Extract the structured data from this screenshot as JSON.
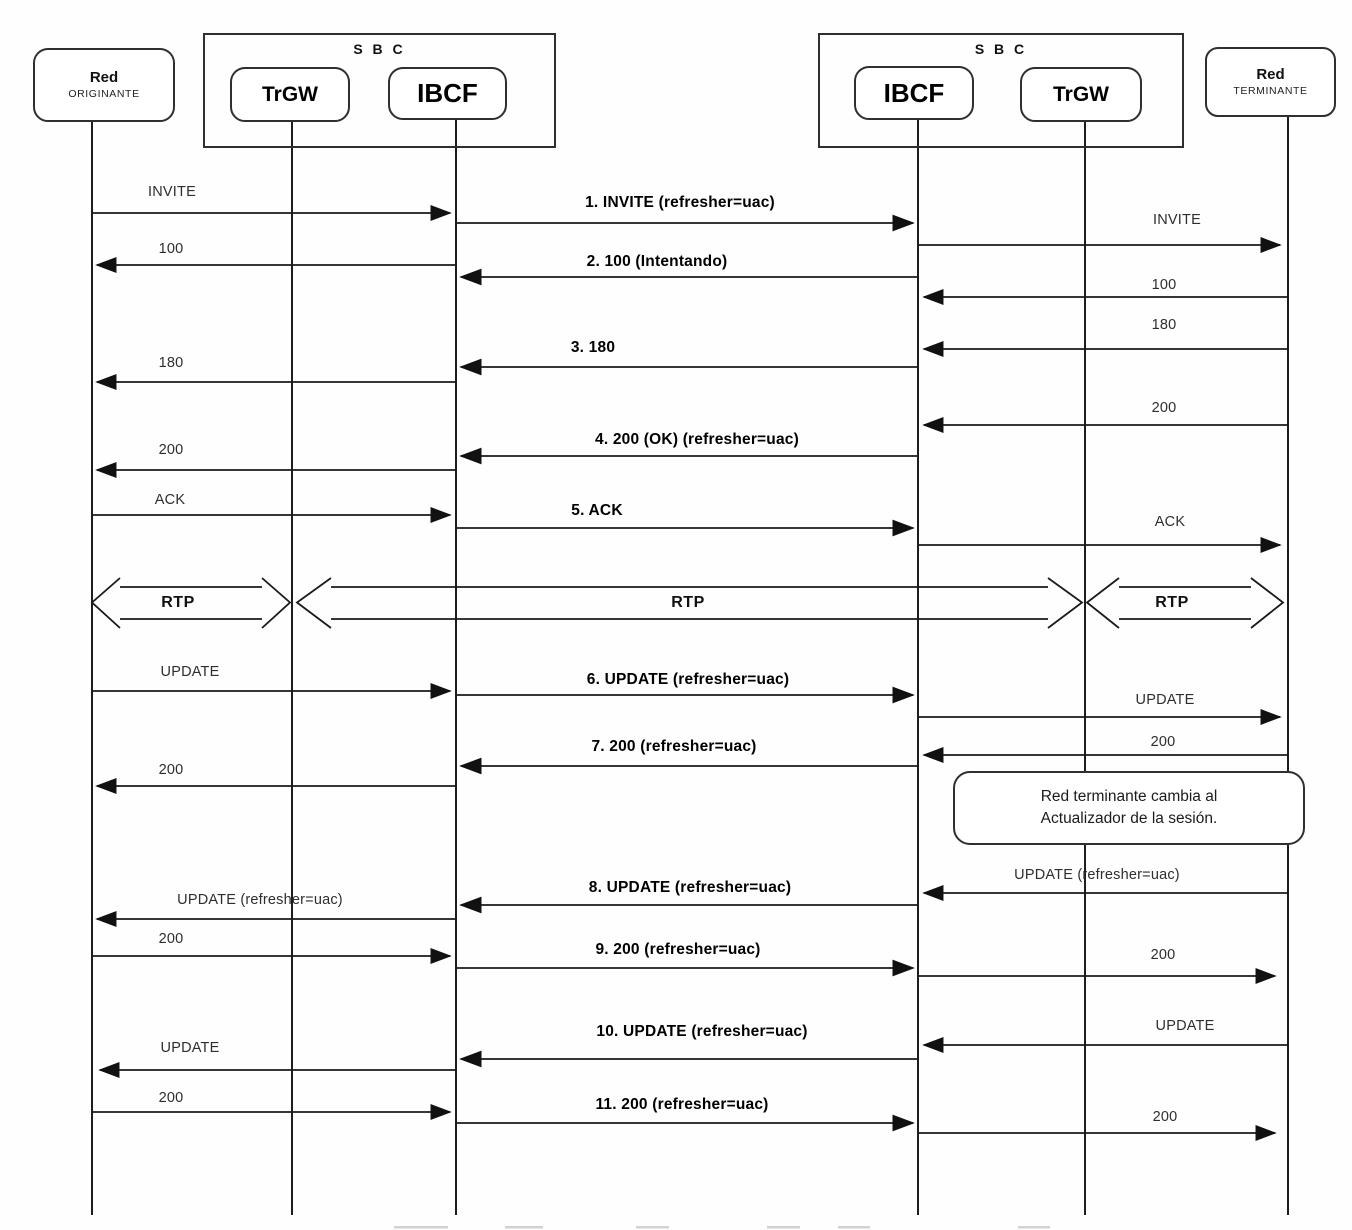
{
  "participants": {
    "originating": {
      "name": "Red",
      "subtitle": "ORIGINANTE"
    },
    "sbc_left": {
      "title": "S B C",
      "components": [
        "TrGW",
        "IBCF"
      ]
    },
    "sbc_right": {
      "title": "S B C",
      "components": [
        "IBCF",
        "TrGW"
      ]
    },
    "terminating": {
      "name": "Red",
      "subtitle": "TERMINANTE"
    }
  },
  "messages": {
    "left": [
      "INVITE",
      "100",
      "180",
      "200",
      "ACK",
      "UPDATE",
      "200",
      "UPDATE (refresher=uac)",
      "200",
      "UPDATE",
      "200"
    ],
    "middle": [
      "1. INVITE (refresher=uac)",
      "2. 100 (Intentando)",
      "3. 180",
      "4. 200 (OK) (refresher=uac)",
      "5. ACK",
      "6. UPDATE (refresher=uac)",
      "7. 200 (refresher=uac)",
      "8. UPDATE (refresher=uac)",
      "9. 200 (refresher=uac)",
      "10. UPDATE (refresher=uac)",
      "11. 200 (refresher=uac)"
    ],
    "right": [
      "INVITE",
      "100",
      "180",
      "200",
      "ACK",
      "UPDATE",
      "200",
      "UPDATE (refresher=uac)",
      "200",
      "UPDATE",
      "200"
    ]
  },
  "rtp_labels": [
    "RTP",
    "RTP",
    "RTP"
  ],
  "note": {
    "line1": "Red terminante cambia al",
    "line2": "Actualizador de la sesión."
  },
  "colors": {
    "line": "#1a1a1a",
    "background": "#ffffff"
  }
}
